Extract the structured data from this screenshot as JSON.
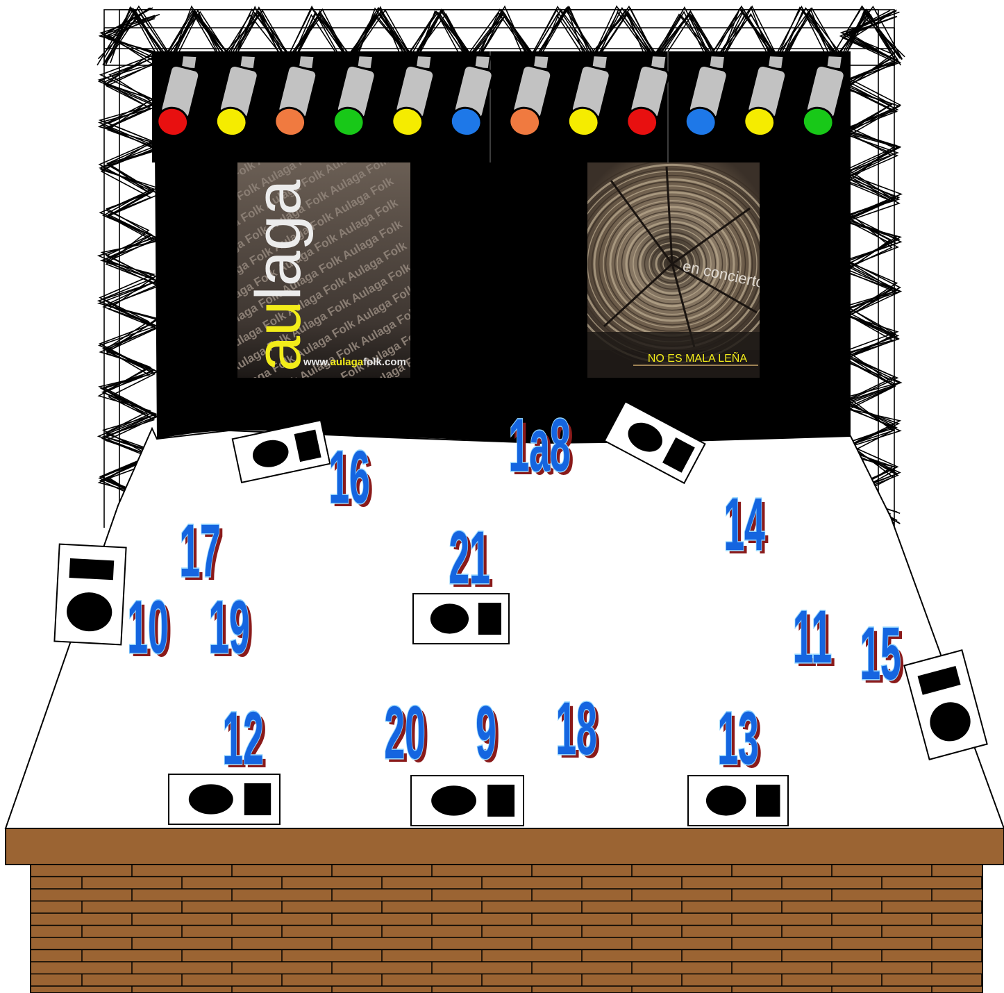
{
  "banner": {
    "title": "aulaga",
    "repeat_text": "Aulaga Folk Aulaga Folk Aulaga Folk Aulaga Folk",
    "url_prefix": "www.",
    "url_brand": "aulaga",
    "url_suffix": "folk.com"
  },
  "poster": {
    "subtitle": "en concierto",
    "title": "NO ES MALA LEÑA"
  },
  "spotlight_colors": [
    "#e81010",
    "#f5ec00",
    "#f07a40",
    "#18c818",
    "#f5ec00",
    "#1e78e8",
    "#f07a40",
    "#f5ec00",
    "#e81010",
    "#1e78e8",
    "#f5ec00",
    "#18c818"
  ],
  "positions": {
    "p1a8": "1a8",
    "p16": "16",
    "p14": "14",
    "p17": "17",
    "p21": "21",
    "p10": "10",
    "p19": "19",
    "p11": "11",
    "p15": "15",
    "p12": "12",
    "p20": "20",
    "p9": "9",
    "p18": "18",
    "p13": "13"
  },
  "colors": {
    "stage_edge": "#9b6433",
    "brick": "#9b6433",
    "curtain": "#000000",
    "number_fill": "#1565e0",
    "number_shadow": "#8a1a1a"
  }
}
